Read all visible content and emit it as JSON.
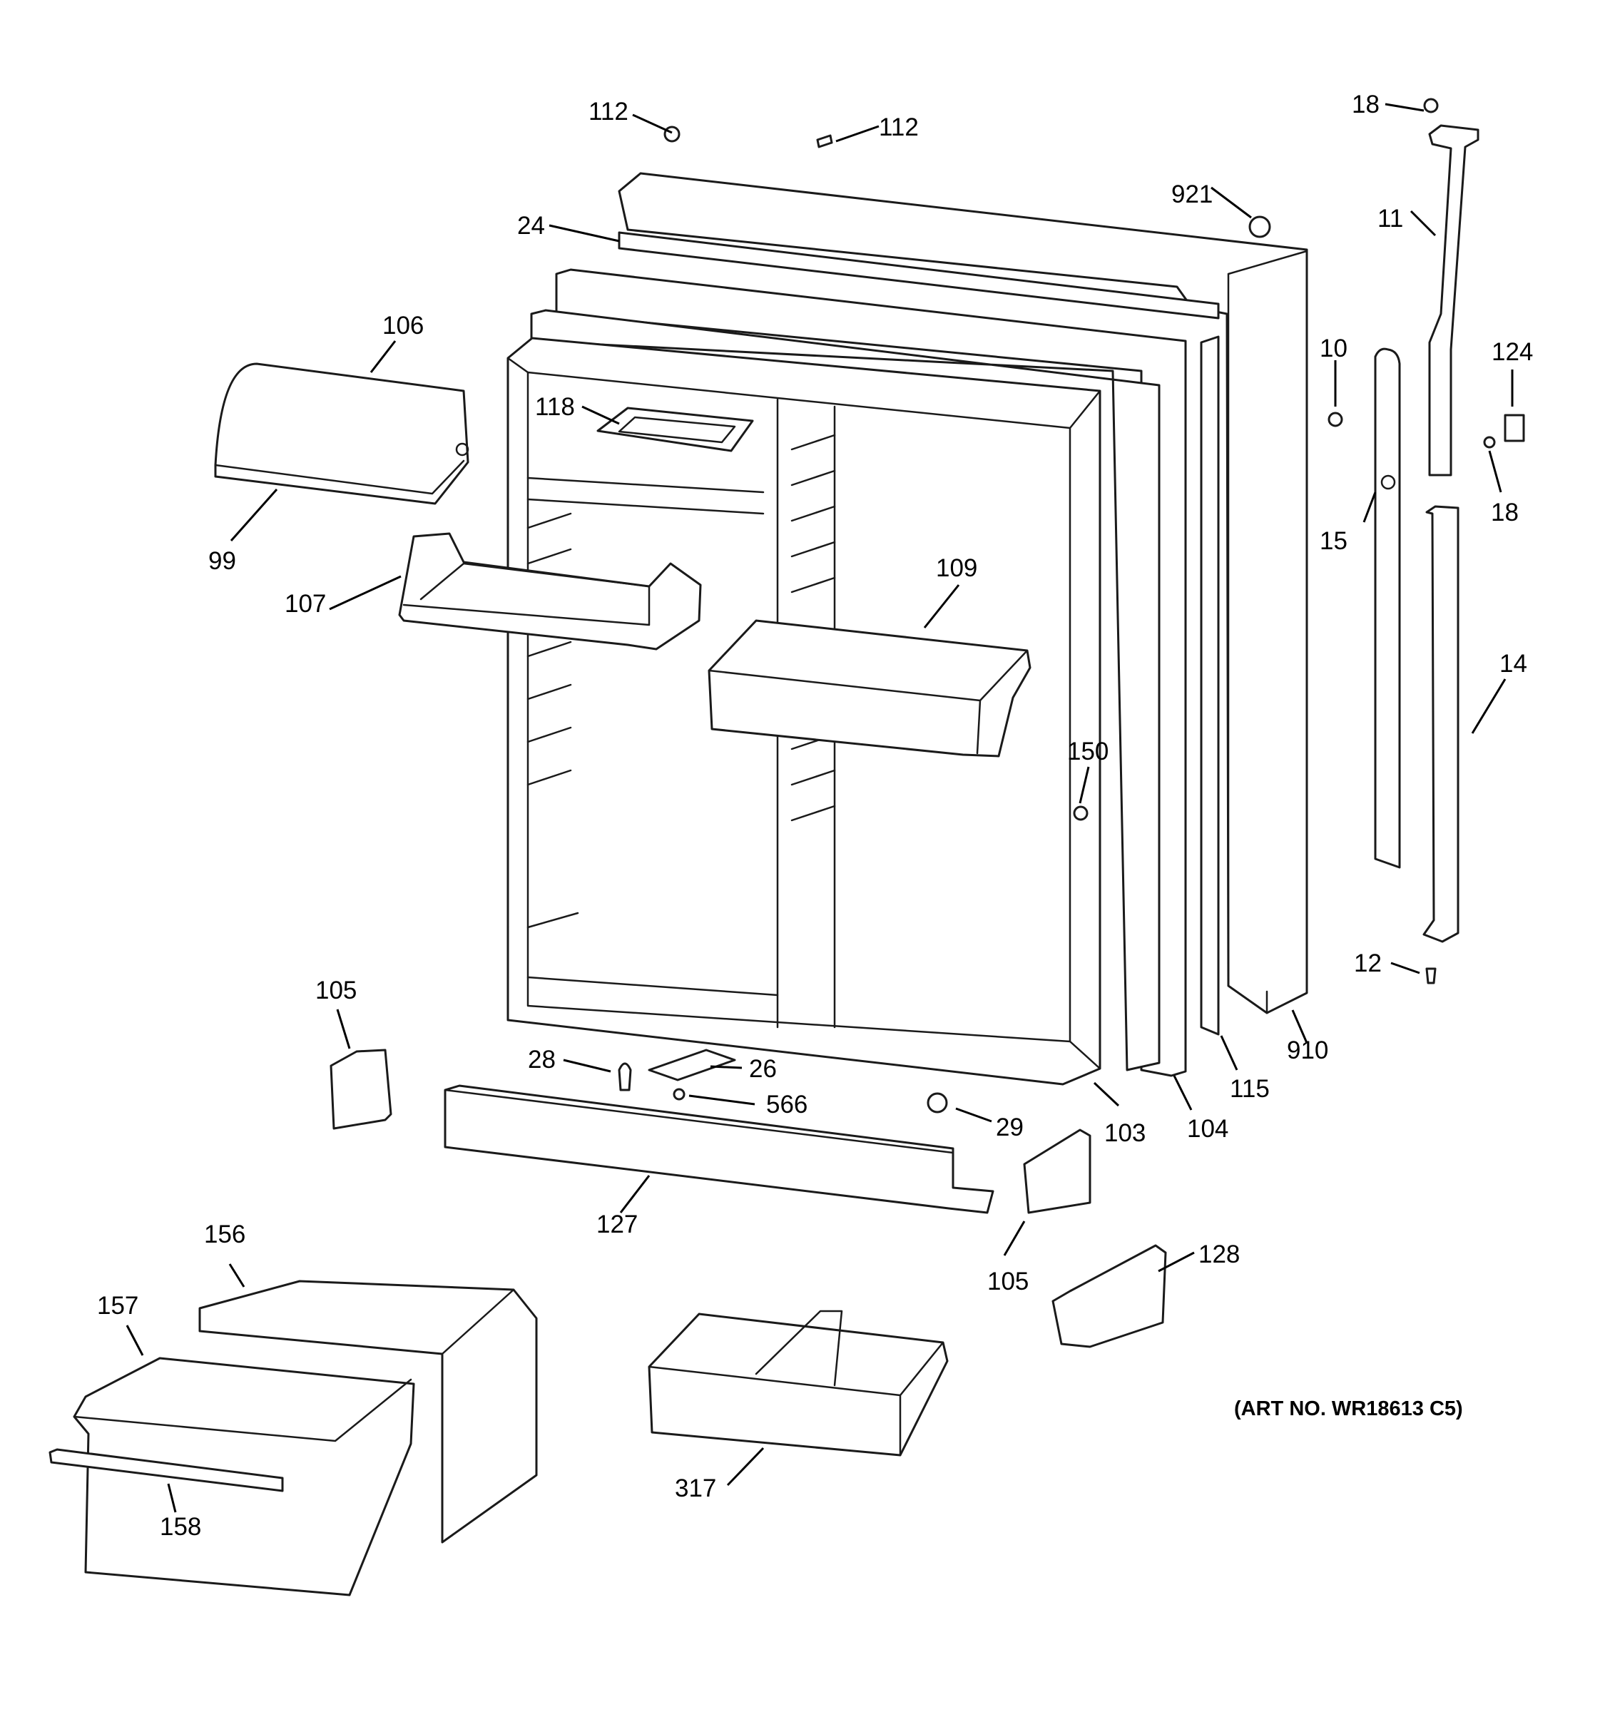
{
  "callouts": [
    {
      "id": "112",
      "label": "112"
    },
    {
      "id": "112b",
      "label": "112"
    },
    {
      "id": "18",
      "label": "18"
    },
    {
      "id": "921",
      "label": "921"
    },
    {
      "id": "24",
      "label": "24"
    },
    {
      "id": "11",
      "label": "11"
    },
    {
      "id": "106",
      "label": "106"
    },
    {
      "id": "10",
      "label": "10"
    },
    {
      "id": "124",
      "label": "124"
    },
    {
      "id": "118",
      "label": "118"
    },
    {
      "id": "18b",
      "label": "18"
    },
    {
      "id": "15",
      "label": "15"
    },
    {
      "id": "99",
      "label": "99"
    },
    {
      "id": "109",
      "label": "109"
    },
    {
      "id": "107",
      "label": "107"
    },
    {
      "id": "14",
      "label": "14"
    },
    {
      "id": "150",
      "label": "150"
    },
    {
      "id": "12",
      "label": "12"
    },
    {
      "id": "105",
      "label": "105"
    },
    {
      "id": "910",
      "label": "910"
    },
    {
      "id": "28",
      "label": "28"
    },
    {
      "id": "26",
      "label": "26"
    },
    {
      "id": "115",
      "label": "115"
    },
    {
      "id": "566",
      "label": "566"
    },
    {
      "id": "29",
      "label": "29"
    },
    {
      "id": "103",
      "label": "103"
    },
    {
      "id": "104",
      "label": "104"
    },
    {
      "id": "127",
      "label": "127"
    },
    {
      "id": "156",
      "label": "156"
    },
    {
      "id": "105b",
      "label": "105"
    },
    {
      "id": "128",
      "label": "128"
    },
    {
      "id": "157",
      "label": "157"
    },
    {
      "id": "317",
      "label": "317"
    },
    {
      "id": "158",
      "label": "158"
    }
  ],
  "art_number": "(ART NO. WR18613 C5)"
}
